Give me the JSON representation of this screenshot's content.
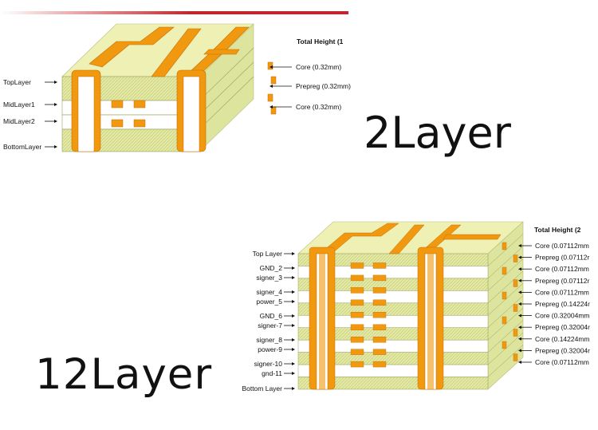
{
  "titles": {
    "two_layer": "2Layer",
    "twelve_layer": "12Layer"
  },
  "diagram_2layer": {
    "total_height": "Total Height (1",
    "left_labels": [
      "TopLayer",
      "MidLayer1",
      "MidLayer2",
      "BottomLayer"
    ],
    "right_labels": [
      "Core (0.32mm)",
      "Prepreg (0.32mm)",
      "Core (0.32mm)"
    ]
  },
  "diagram_12layer": {
    "total_height": "Total Height (2",
    "left_labels": [
      "Top Layer",
      "GND_2",
      "signer_3",
      "signer_4",
      "power_5",
      "GND_6",
      "signer-7",
      "signer_8",
      "power-9",
      "signer-10",
      "gnd-11",
      "Bottom Layer"
    ],
    "right_labels": [
      "Core (0.07112mm",
      "Prepreg (0.07112r",
      "Core (0.07112mm",
      "Prepreg (0.07112r",
      "Core (0.07112mm",
      "Prepreg (0.14224r",
      "Core (0.32004mm",
      "Prepreg (0.32004r",
      "Core (0.14224mm",
      "Prepreg (0.32004r",
      "Core (0.07112mm"
    ]
  },
  "colors": {
    "copper": "#f0980f",
    "copper_dark": "#c76d00",
    "laminate_top": "#eef0b4",
    "laminate_side": "#dde49e",
    "core_white": "#ffffff",
    "red_line": "#c0262b"
  }
}
